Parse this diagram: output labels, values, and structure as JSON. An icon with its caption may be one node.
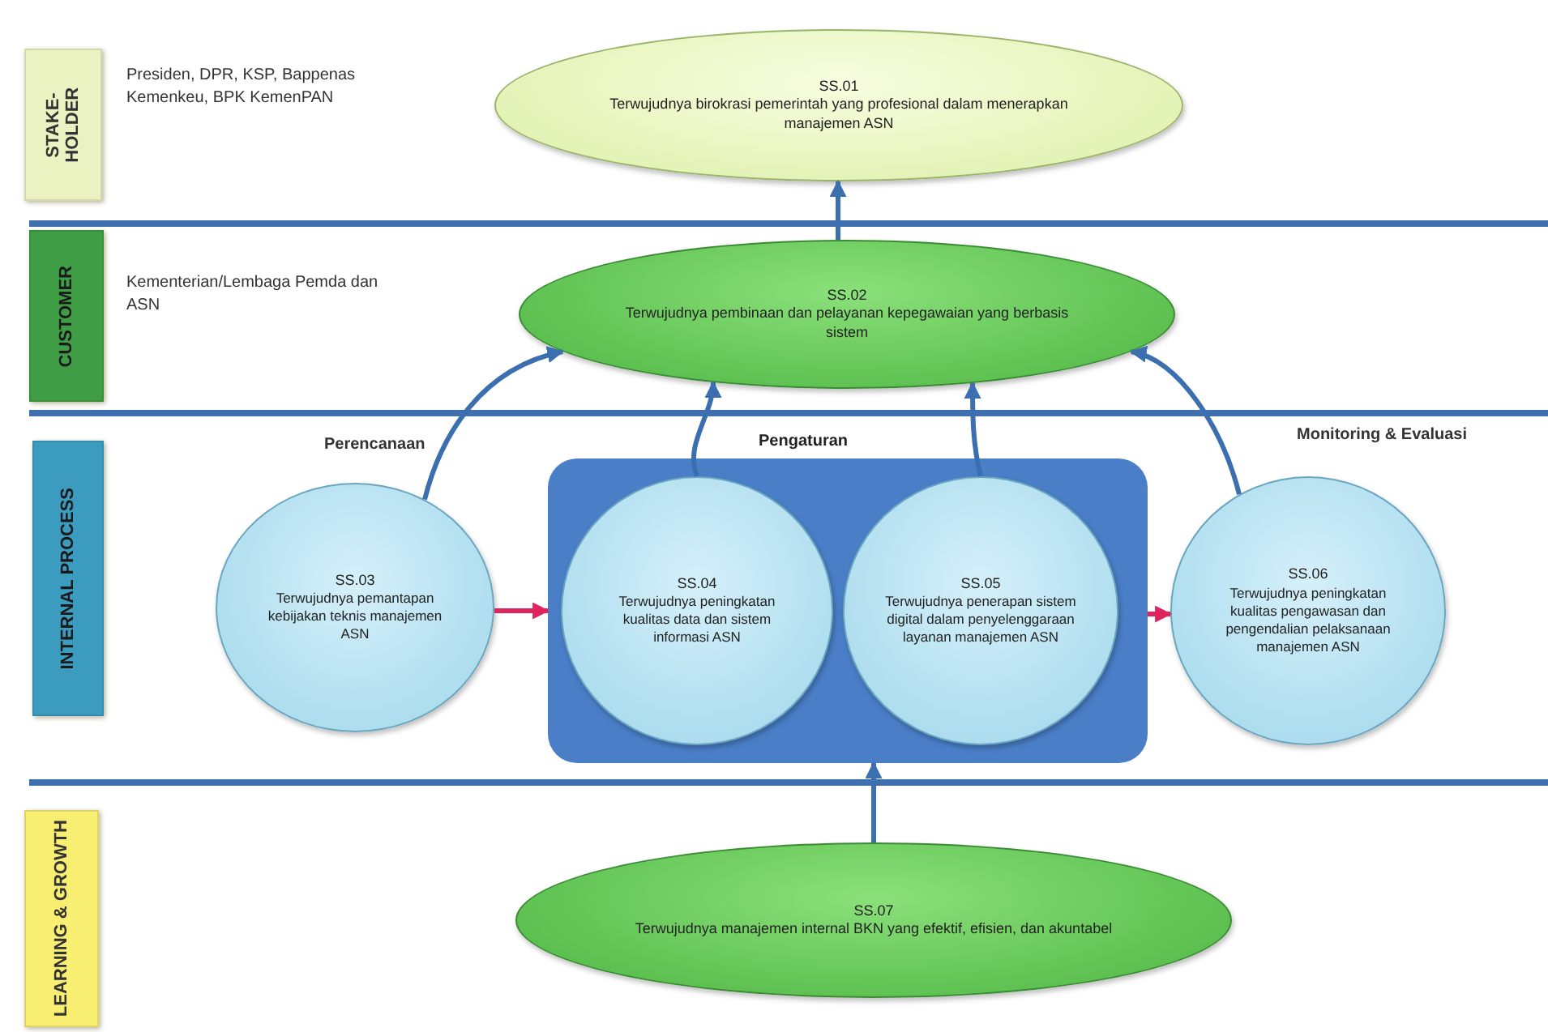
{
  "diagram": {
    "nodes": [
      {
        "text": [
          "STAKE- HOLDER"
        ],
        "beside": [
          "Presiden, DPR, KSP, Bappenas Kemenkeu, BPK KemenPAN"
        ]
      },
      {
        "text": [
          "CUSTOMER"
        ],
        "beside": [
          "Kementerian/Lembaga Pemda dan ASN"
        ]
      },
      {
        "text": [
          "INTERNAL PROCESS"
        ]
      },
      {
        "text": [
          "LEARNING & GROWTH"
        ]
      },
      {
        "text": [
          "SS.01",
          "Terwujudnya birokrasi pemerintah yang profesional dalam menerapkan manajemen ASN"
        ]
      },
      {
        "text": [
          "SS.02",
          "Terwujudnya pembinaan dan pelayanan kepegawaian yang berbasis sistem"
        ]
      },
      {
        "text": [
          "SS.03",
          "Terwujudnya pemantapan kebijakan teknis manajemen ASN"
        ],
        "beside": [
          "Perencanaan"
        ]
      },
      {
        "text": [
          "Pengaturan"
        ]
      },
      {
        "text": [
          "SS.04",
          "Terwujudnya peningkatan kualitas data dan sistem informasi ASN"
        ],
        "in": 7
      },
      {
        "text": [
          "SS.05",
          "Terwujudnya penerapan sistem digital dalam penyelenggaraan layanan manajemen ASN"
        ],
        "in": 7
      },
      {
        "text": [
          "SS.06",
          "Terwujudnya peningkatan kualitas pengawasan dan pengendalian pelaksanaan manajemen ASN"
        ],
        "beside": [
          "Monitoring & Evaluasi"
        ]
      },
      {
        "text": [
          "SS.07",
          "Terwujudnya manajemen internal BKN yang efektif, efisien, dan akuntabel"
        ]
      }
    ],
    "edges": [
      {
        "from": 5,
        "to": 4,
        "arrow": "to"
      },
      {
        "from": 6,
        "to": 5,
        "arrow": "to"
      },
      {
        "from": 8,
        "to": 5,
        "arrow": "to"
      },
      {
        "from": 9,
        "to": 5,
        "arrow": "to"
      },
      {
        "from": 10,
        "to": 5,
        "arrow": "to"
      },
      {
        "from": 6,
        "to": 7,
        "arrow": "to",
        "color": "#e0245e"
      },
      {
        "from": 7,
        "to": 10,
        "arrow": "to",
        "color": "#e0245e"
      },
      {
        "from": 11,
        "to": 7,
        "arrow": "to"
      }
    ]
  }
}
